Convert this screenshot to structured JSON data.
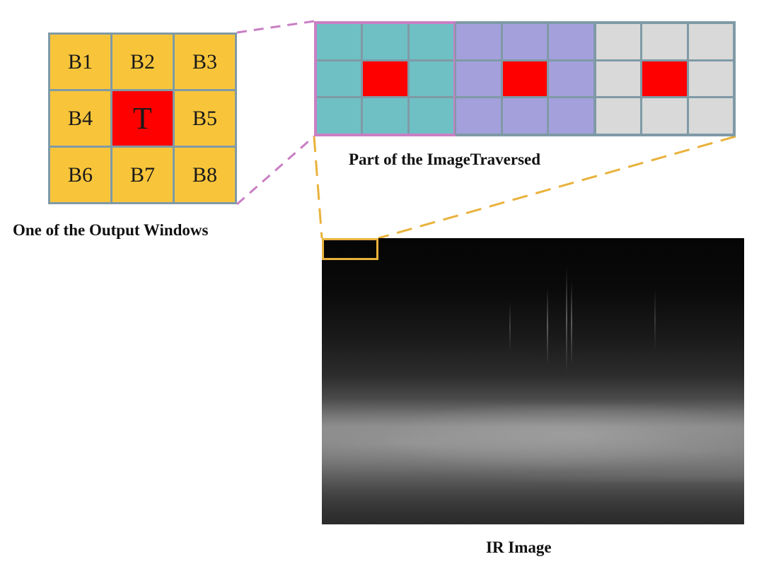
{
  "output_window": {
    "caption": "One of the Output Windows",
    "cells": [
      "B1",
      "B2",
      "B3",
      "B4",
      "T",
      "B5",
      "B6",
      "B7",
      "B8"
    ]
  },
  "traversed": {
    "caption": "Part of the ImageTraversed",
    "blocks": [
      {
        "color": "#6fc0c4"
      },
      {
        "color": "#a3a0dc"
      },
      {
        "color": "#d9d9d9"
      }
    ]
  },
  "ir_image": {
    "caption": "IR Image"
  },
  "colors": {
    "neighbor_cell": "#f8c53a",
    "target_cell": "#ff0000",
    "grid_line": "#7f9aa6",
    "magenta_connector": "#c97fc4",
    "yellow_connector": "#e9b23c"
  }
}
